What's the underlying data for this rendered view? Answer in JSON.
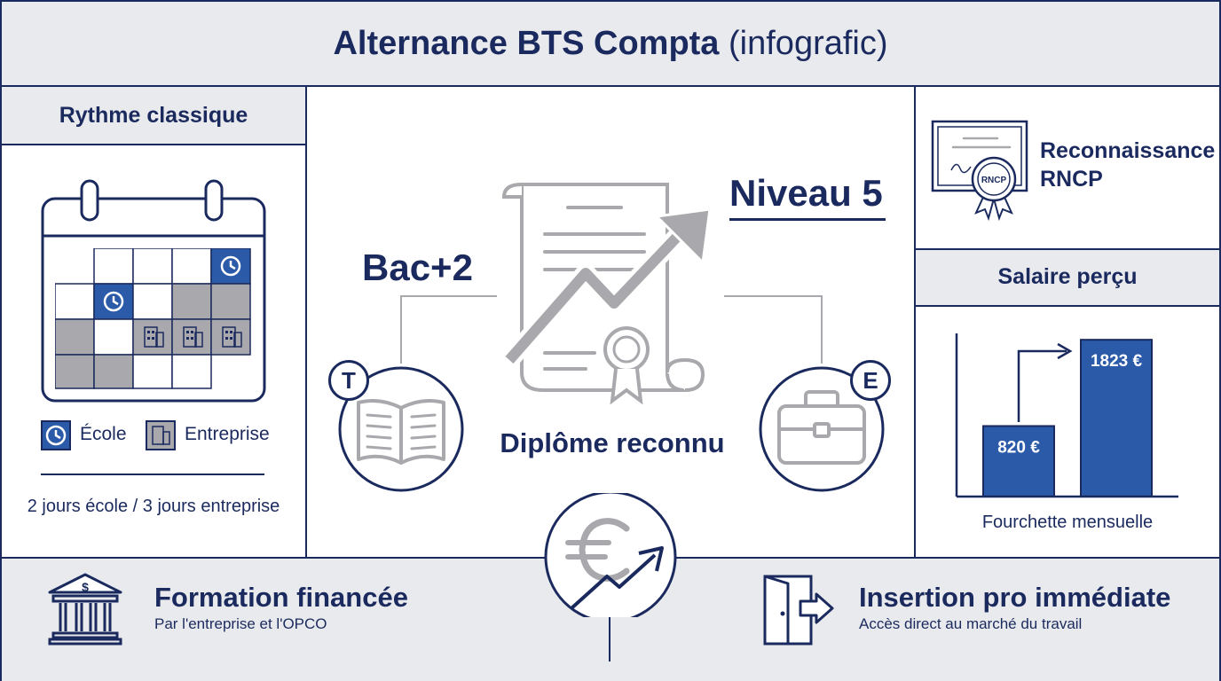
{
  "header": {
    "title_bold": "Alternance BTS Compta",
    "title_light": "(infografic)"
  },
  "rhythm": {
    "title": "Rythme classique",
    "legend_school": "École",
    "legend_company": "Entreprise",
    "caption": "2 jours école / 3 jours entreprise"
  },
  "center": {
    "level_left": "Bac+2",
    "level_right": "Niveau 5",
    "diploma_label": "Diplôme reconnu",
    "badge_left": "T",
    "badge_right": "E"
  },
  "rncp": {
    "seal_text": "RNCP",
    "line1": "Reconnaissance",
    "line2": "RNCP"
  },
  "salary": {
    "title": "Salaire perçu",
    "caption": "Fourchette mensuelle",
    "bars": [
      {
        "label": "820 €",
        "value": 820
      },
      {
        "label": "1823 €",
        "value": 1823
      }
    ]
  },
  "bottom": {
    "funding_title": "Formation financée",
    "funding_sub": "Par l'entreprise et l'OPCO",
    "insertion_title": "Insertion pro immédiate",
    "insertion_sub": "Accès direct au marché du travail"
  },
  "colors": {
    "navy": "#1b2a5e",
    "blue": "#2a5aa8",
    "gray_panel": "#e9eaed",
    "icon_gray": "#a9a9ad"
  }
}
